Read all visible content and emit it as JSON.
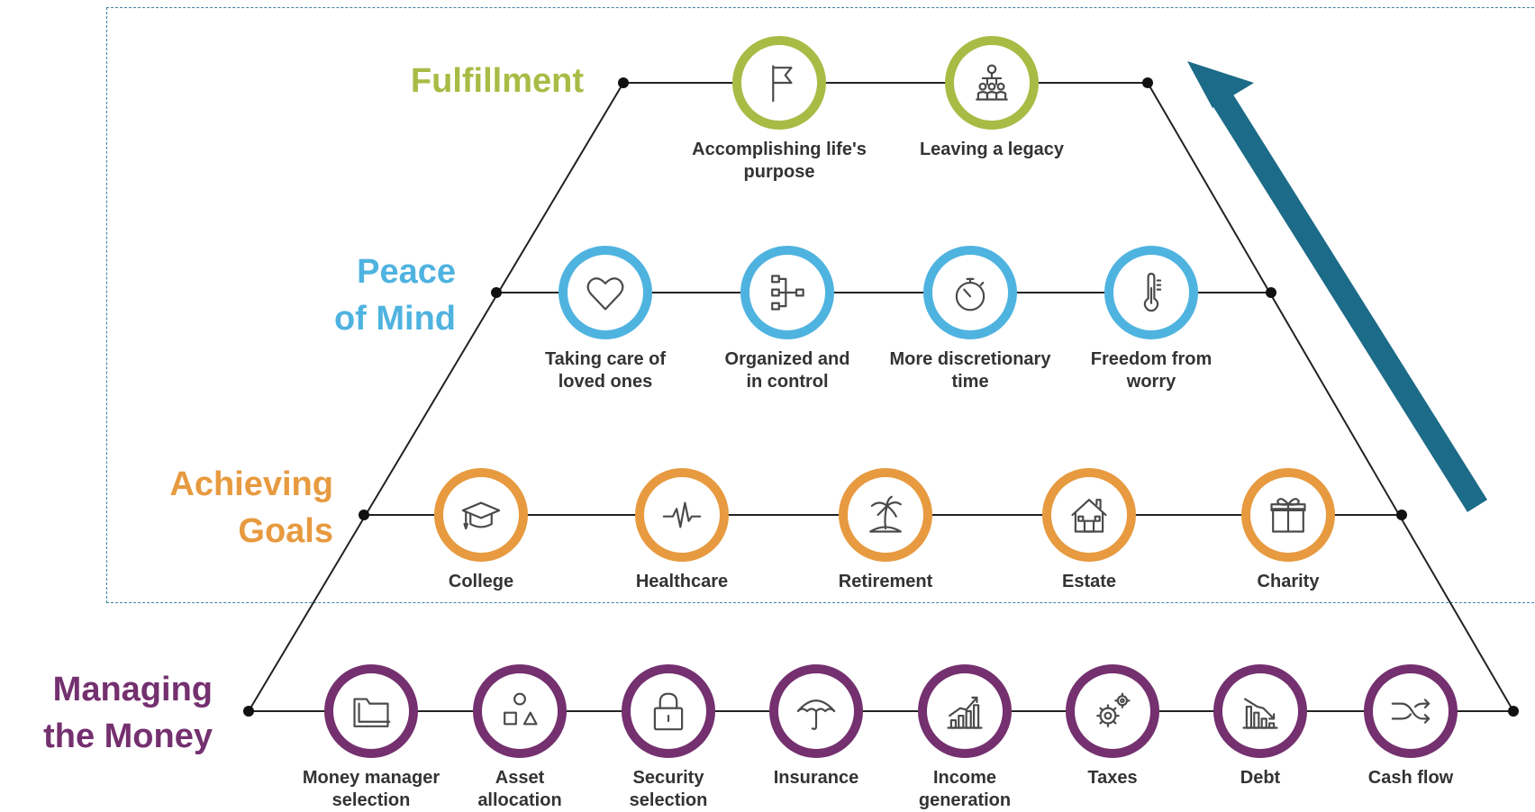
{
  "colors": {
    "fulfillment": "#a8bb45",
    "peace_of_mind": "#4fb3e0",
    "achieving_goals": "#e79a3f",
    "managing_money": "#74306f",
    "arrow": "#1c6b88",
    "line": "#222222"
  },
  "tiers": [
    {
      "key": "fulfillment",
      "title": "Fulfillment",
      "color": "#a8bb45",
      "items": [
        {
          "label": "Accomplishing life's\npurpose",
          "icon": "flag-icon"
        },
        {
          "label": "Leaving a legacy",
          "icon": "family-icon"
        }
      ]
    },
    {
      "key": "peace_of_mind",
      "title": "Peace\nof Mind",
      "color": "#4fb3e0",
      "items": [
        {
          "label": "Taking care of\nloved ones",
          "icon": "heart-icon"
        },
        {
          "label": "Organized and\nin control",
          "icon": "hierarchy-icon"
        },
        {
          "label": "More discretionary\ntime",
          "icon": "stopwatch-icon"
        },
        {
          "label": "Freedom from\nworry",
          "icon": "thermometer-icon"
        }
      ]
    },
    {
      "key": "achieving_goals",
      "title": "Achieving\nGoals",
      "color": "#e79a3f",
      "items": [
        {
          "label": "College",
          "icon": "graduation-cap-icon"
        },
        {
          "label": "Healthcare",
          "icon": "heartbeat-icon"
        },
        {
          "label": "Retirement",
          "icon": "palm-island-icon"
        },
        {
          "label": "Estate",
          "icon": "house-icon"
        },
        {
          "label": "Charity",
          "icon": "gift-icon"
        }
      ]
    },
    {
      "key": "managing_money",
      "title": "Managing\nthe Money",
      "color": "#74306f",
      "items": [
        {
          "label": "Money manager\nselection",
          "icon": "folder-icon"
        },
        {
          "label": "Asset\nallocation",
          "icon": "shapes-icon"
        },
        {
          "label": "Security\nselection",
          "icon": "lock-icon"
        },
        {
          "label": "Insurance",
          "icon": "umbrella-icon"
        },
        {
          "label": "Income\ngeneration",
          "icon": "growth-chart-icon"
        },
        {
          "label": "Taxes",
          "icon": "gears-icon"
        },
        {
          "label": "Debt",
          "icon": "decline-chart-icon"
        },
        {
          "label": "Cash flow",
          "icon": "shuffle-icon"
        }
      ]
    }
  ]
}
